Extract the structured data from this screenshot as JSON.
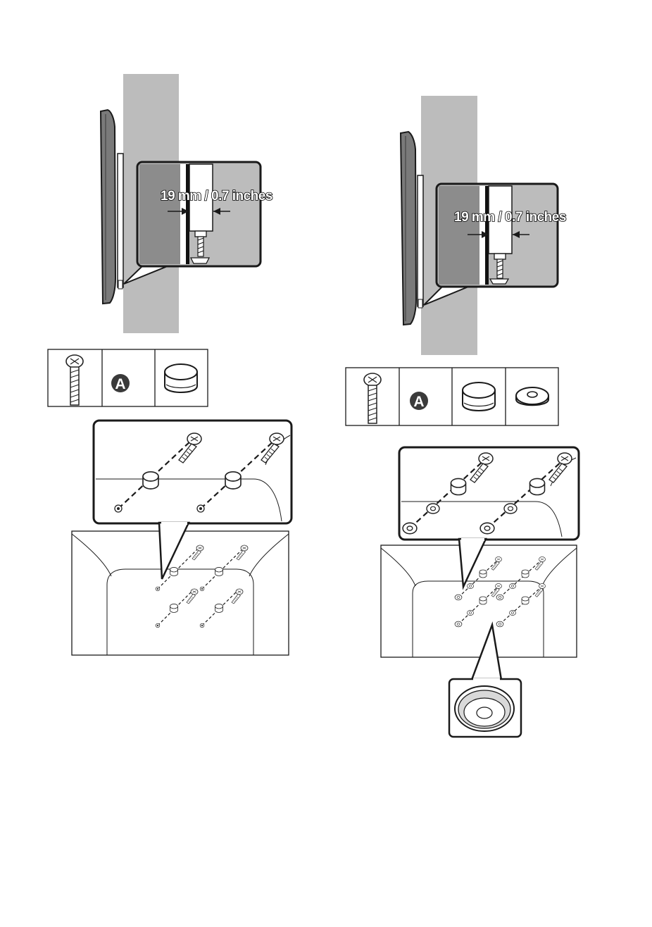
{
  "left_panel": {
    "spacing_label": "19 mm / 0.7 inches",
    "parts": [
      {
        "kind": "screw",
        "icon": "screw-icon"
      },
      {
        "kind": "badge",
        "letter": "A",
        "icon": "part-a-badge-icon"
      },
      {
        "kind": "spacer",
        "icon": "rubber-spacer-icon"
      }
    ]
  },
  "right_panel": {
    "spacing_label": "19 mm / 0.7 inches",
    "parts": [
      {
        "kind": "screw",
        "icon": "screw-icon"
      },
      {
        "kind": "badge",
        "letter": "A",
        "icon": "part-a-badge-icon"
      },
      {
        "kind": "spacer",
        "icon": "rubber-spacer-icon"
      },
      {
        "kind": "washer",
        "icon": "washer-icon"
      }
    ]
  },
  "colors": {
    "wall_gray": "#bcbcbc",
    "inset_dark_gray": "#8c8c8c",
    "tv_side_gray": "#7a7a7a",
    "line": "#1a1a1a",
    "background": "#ffffff"
  }
}
